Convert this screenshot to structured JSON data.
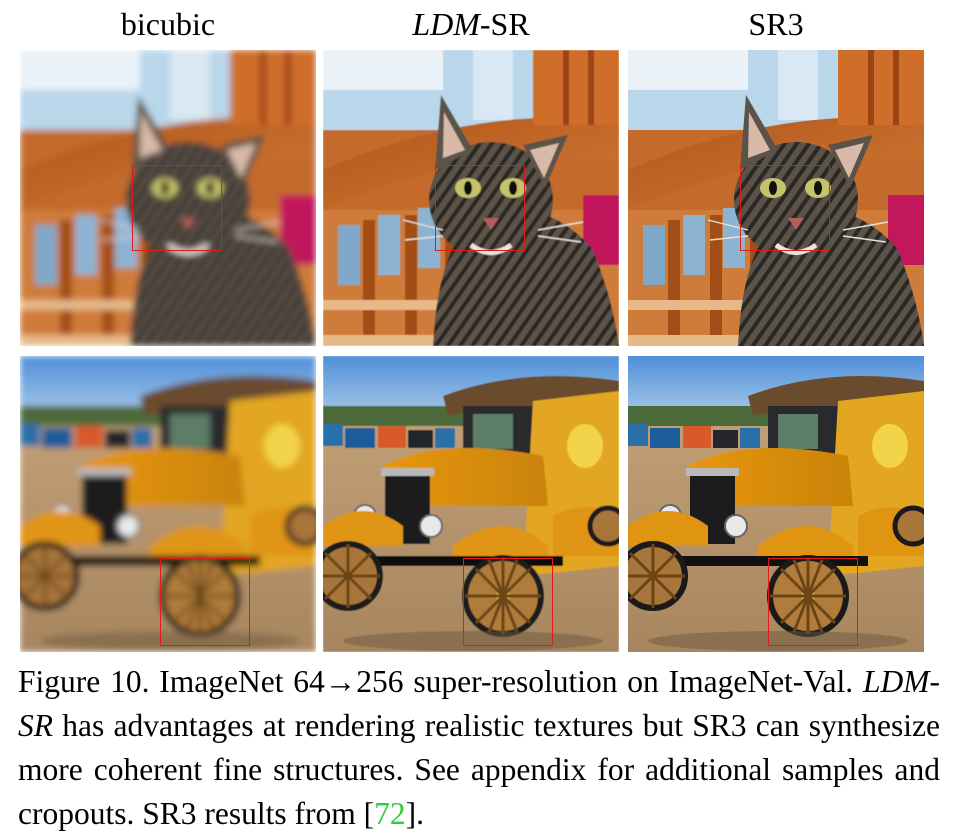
{
  "columns": [
    {
      "label_plain": "bicubic"
    },
    {
      "label_italic": "LDM",
      "label_plain": "-SR"
    },
    {
      "label_plain": "SR3"
    }
  ],
  "caption": {
    "part1": "Figure 10. ImageNet 64→256 super-resolution on ImageNet-Val.",
    "italic_label": "LDM-SR",
    "part2": " has advantages at rendering realistic textures but SR3 can synthesize more coherent fine structures.  See appendix for additional samples and cropouts. SR3 results from [",
    "cite_number": "72",
    "part3": "]."
  },
  "colors": {
    "crop_box": "#e11a1a",
    "citation": "#2ecc40"
  }
}
